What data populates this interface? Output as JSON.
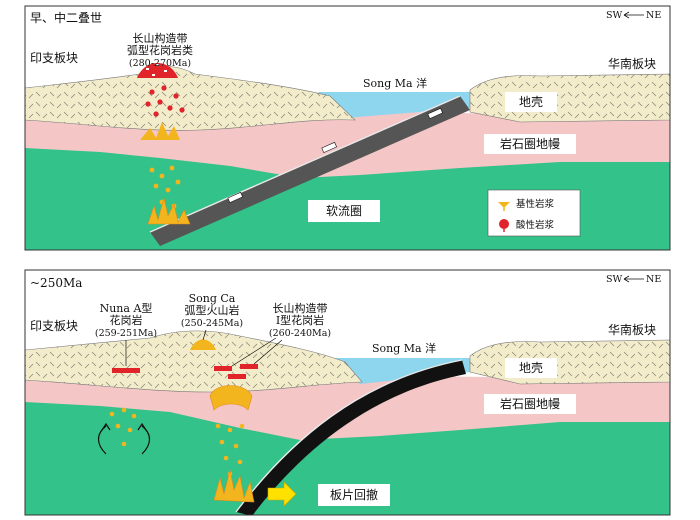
{
  "panel_top": {
    "age": "早、中二叠世",
    "direction_left": "SW",
    "direction_right": "NE",
    "indochina_block": "印支板块",
    "south_china_block": "华南板块",
    "ocean": "Song Ma 洋",
    "crust": "地壳",
    "lithospheric_mantle": "岩石圈地幔",
    "asthenosphere": "软流圈",
    "granite_belt_line1": "长山构造带",
    "granite_belt_line2": "弧型花岗岩类",
    "granite_belt_line3": "(280-270Ma)",
    "legend_mafic": "基性岩浆",
    "legend_felsic": "酸性岩浆"
  },
  "panel_bottom": {
    "age": "~250Ma",
    "direction_left": "SW",
    "direction_right": "NE",
    "indochina_block": "印支板块",
    "south_china_block": "华南板块",
    "ocean": "Song Ma 洋",
    "crust": "地壳",
    "lithospheric_mantle": "岩石圈地幔",
    "rollback": "板片回撤",
    "nuna_line1": "Nuna A型",
    "nuna_line2": "花岗岩",
    "nuna_line3": "(259-251Ma)",
    "songca_line1": "Song Ca",
    "songca_line2": "弧型火山岩",
    "songca_line3": "(250-245Ma)",
    "truongson_line1": "长山构造带",
    "truongson_line2": "I型花岗岩",
    "truongson_line3": "(260-240Ma)"
  },
  "colors": {
    "asthenosphere": "#33c28a",
    "mantle": "#f4c6c6",
    "crust": "#f3eccb",
    "ocean": "#8ed6ee",
    "slab_top": "#555555",
    "slab_bottom": "#111111",
    "mafic_magma": "#f2b51d",
    "felsic_magma": "#e0242a",
    "arrow": "#ffe100"
  }
}
